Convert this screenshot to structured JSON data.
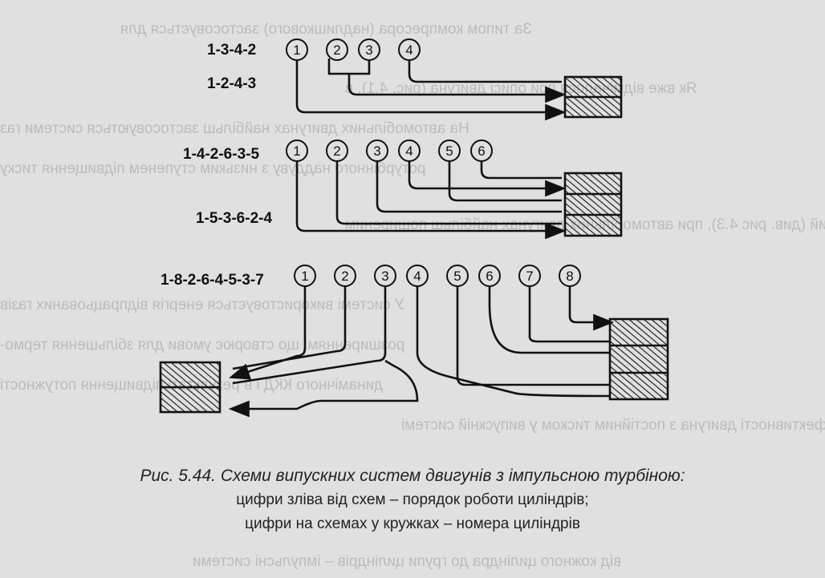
{
  "figure": {
    "schemes": [
      {
        "order": "1-3-4-2",
        "alt_order": "1-2-4-3",
        "cylinders": [
          "1",
          "2",
          "3",
          "4"
        ]
      },
      {
        "order": "1-4-2-6-3-5",
        "alt_order": "1-5-3-6-2-4",
        "cylinders": [
          "1",
          "2",
          "3",
          "4",
          "5",
          "6"
        ]
      },
      {
        "order": "1-8-2-6-4-5-3-7",
        "cylinders": [
          "1",
          "2",
          "3",
          "4",
          "5",
          "6",
          "7",
          "8"
        ]
      }
    ]
  },
  "caption": {
    "line1": "Рис. 5.44. Схеми випускних систем двигунів з імпульсною турбіною:",
    "line2": "цифри зліва від схем – порядок роботи циліндрів;",
    "line3": "цифри на  схемах у кружках – номера циліндрів"
  }
}
